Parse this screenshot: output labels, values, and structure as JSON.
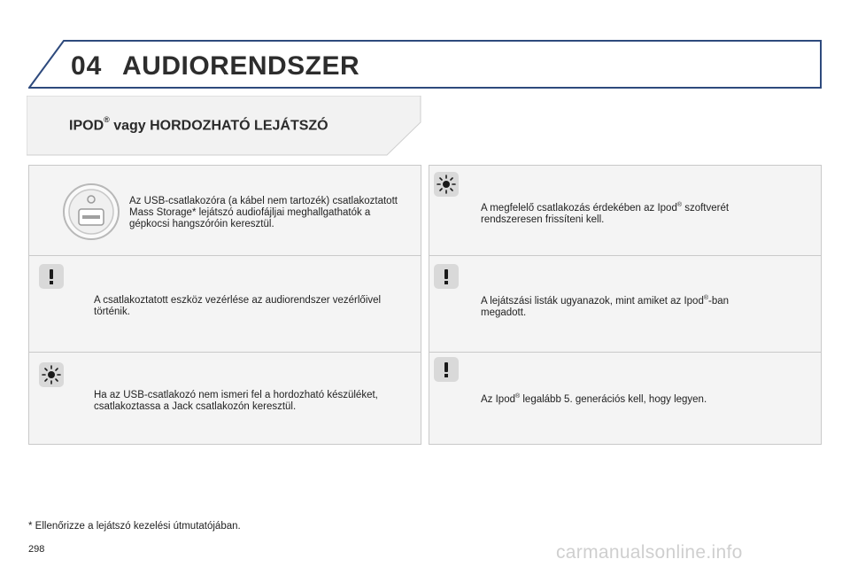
{
  "header": {
    "chapter_number": "04",
    "chapter_title": "AUDIORENDSZER"
  },
  "section": {
    "title_prefix": "IPOD",
    "title_reg": "®",
    "title_suffix": " vagy HORDOZHATÓ LEJÁTSZÓ"
  },
  "left_panel": {
    "usb_block": {
      "icon": "usb-socket-icon",
      "text": "Az USB-csatlakozóra (a kábel nem tartozék) csatlakoztatott Mass Storage* lejátszó audiofájljai meghallgathatók a gépkocsi hangszóróin keresztül."
    },
    "warning_block": {
      "icon": "exclamation-icon",
      "text": "A csatlakoztatott eszköz vezérlése az audiorendszer vezérlőivel történik."
    },
    "tip_block": {
      "icon": "lightbulb-icon",
      "text": "Ha az USB-csatlakozó nem ismeri fel a hordozható készüléket, csatlakoztassa a Jack csatlakozón keresztül."
    }
  },
  "right_panel": {
    "tip_block": {
      "icon": "lightbulb-icon",
      "text_before": "A megfelelő csatlakozás érdekében az Ipod",
      "reg": "®",
      "text_after": " szoftverét rendszeresen frissíteni kell."
    },
    "warning_block_1": {
      "icon": "exclamation-icon",
      "text_before": "A lejátszási listák ugyanazok, mint amiket az Ipod",
      "reg": "®",
      "text_after": "-ban megadott."
    },
    "warning_block_2": {
      "icon": "exclamation-icon",
      "text_before": "Az Ipod",
      "reg": "®",
      "text_after": " legalább 5. generációs kell, hogy legyen."
    }
  },
  "footnote": "* Ellenőrizze a lejátszó kezelési útmutatójában.",
  "page_number": "298",
  "watermark": "carmanualsonline.info"
}
